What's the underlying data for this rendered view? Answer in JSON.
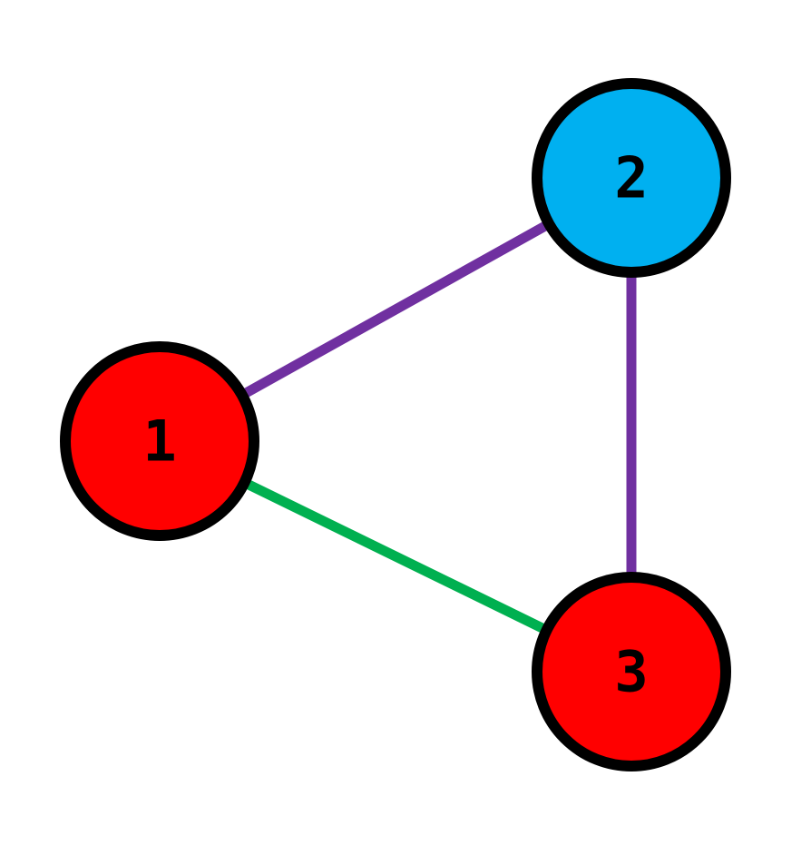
{
  "diagram": {
    "nodes": [
      {
        "id": "n1",
        "label": "1",
        "color": "#ff0000"
      },
      {
        "id": "n2",
        "label": "2",
        "color": "#00b0f0"
      },
      {
        "id": "n3",
        "label": "3",
        "color": "#ff0000"
      }
    ],
    "edges": [
      {
        "from": "n1",
        "to": "n2",
        "color": "#7030a0"
      },
      {
        "from": "n2",
        "to": "n3",
        "color": "#7030a0"
      },
      {
        "from": "n1",
        "to": "n3",
        "color": "#00b050"
      }
    ],
    "node_border_color": "#000000"
  }
}
